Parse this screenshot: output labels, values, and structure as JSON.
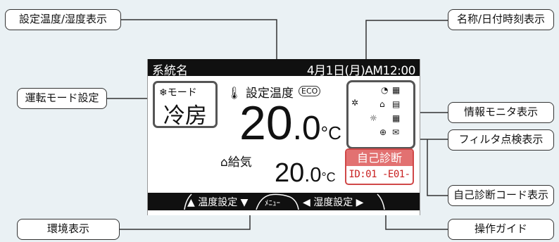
{
  "callouts": {
    "set_temp_humidity": "設定温度/湿度表示",
    "name_datetime": "名称/日付時刻表示",
    "operation_mode": "運転モード設定",
    "info_monitor": "情報モニタ表示",
    "filter_check": "フィルタ点検表示",
    "self_diag_code": "自己診断コード表示",
    "environment": "環境表示",
    "operation_guide": "操作ガイド"
  },
  "screen": {
    "system_name": "系統名",
    "datetime": "4月1日(月)AM12:00",
    "mode_header": "モード",
    "mode_value": "冷房",
    "set_temp_label": "設定温度",
    "eco_badge": "ECO",
    "set_temp_int": "20",
    "set_temp_dec": ".0",
    "temp_unit": "°C",
    "air_label": "給気",
    "air_temp_int": "20",
    "air_temp_dec": ".0",
    "self_diag_label": "自己診断",
    "self_diag_code": "ID:01 -E01-",
    "guide_left": "▲ 温度設定 ▼",
    "guide_menu": "ﾒﾆｭｰ",
    "guide_right": "◀ 湿度設定 ▶"
  },
  "icons": [
    "snowflake-icon",
    "thermometer-icon",
    "eco-icon",
    "clock-icon",
    "calendar-icon",
    "fan-icon",
    "house-icon",
    "filter-icon",
    "sun-icon",
    "grid-icon",
    "energy-icon",
    "mail-icon"
  ]
}
